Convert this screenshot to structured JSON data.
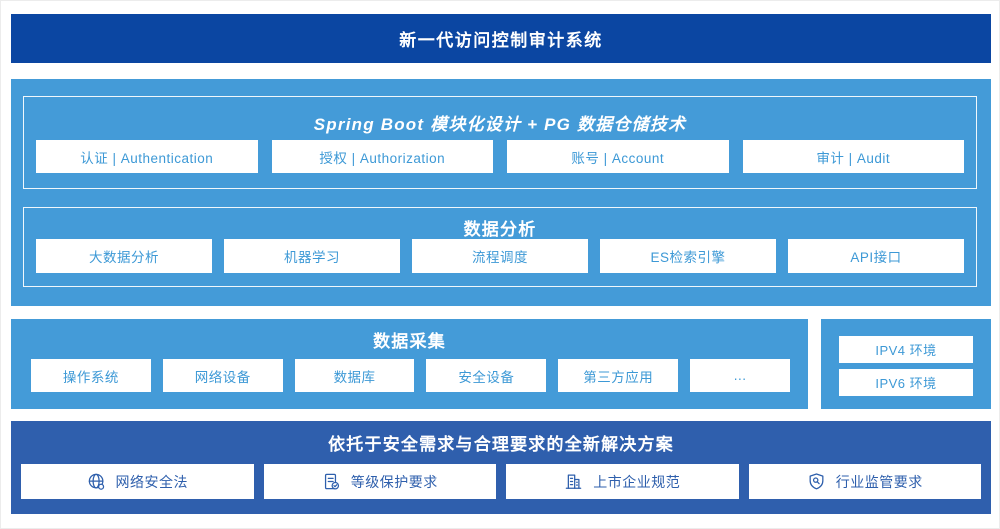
{
  "colors": {
    "banner_blue": "#0b46a2",
    "panel_light_blue": "#449bd8",
    "solution_blue": "#2f5fad",
    "cell_text_blue": "#3d99d6",
    "solution_text_blue": "#2e5fac"
  },
  "banner": {
    "title": "新一代访问控制审计系统"
  },
  "platform": {
    "modules_section": {
      "title": "Spring Boot 模块化设计 + PG 数据仓储技术",
      "items": [
        "认证 | Authentication",
        "授权 | Authorization",
        "账号 | Account",
        "审计 | Audit"
      ]
    },
    "analysis_section": {
      "title": "数据分析",
      "items": [
        "大数据分析",
        "机器学习",
        "流程调度",
        "ES检索引擎",
        "API接口"
      ]
    }
  },
  "collection": {
    "title": "数据采集",
    "items": [
      "操作系统",
      "网络设备",
      "数据库",
      "安全设备",
      "第三方应用",
      "..."
    ]
  },
  "network_env": {
    "items": [
      "IPV4 环境",
      "IPV6 环境"
    ]
  },
  "solution": {
    "title": "依托于安全需求与合理要求的全新解决方案",
    "items": [
      {
        "icon": "globe-icon",
        "label": "网络安全法"
      },
      {
        "icon": "document-check-icon",
        "label": "等级保护要求"
      },
      {
        "icon": "building-icon",
        "label": "上市企业规范"
      },
      {
        "icon": "shield-search-icon",
        "label": "行业监管要求"
      }
    ]
  }
}
